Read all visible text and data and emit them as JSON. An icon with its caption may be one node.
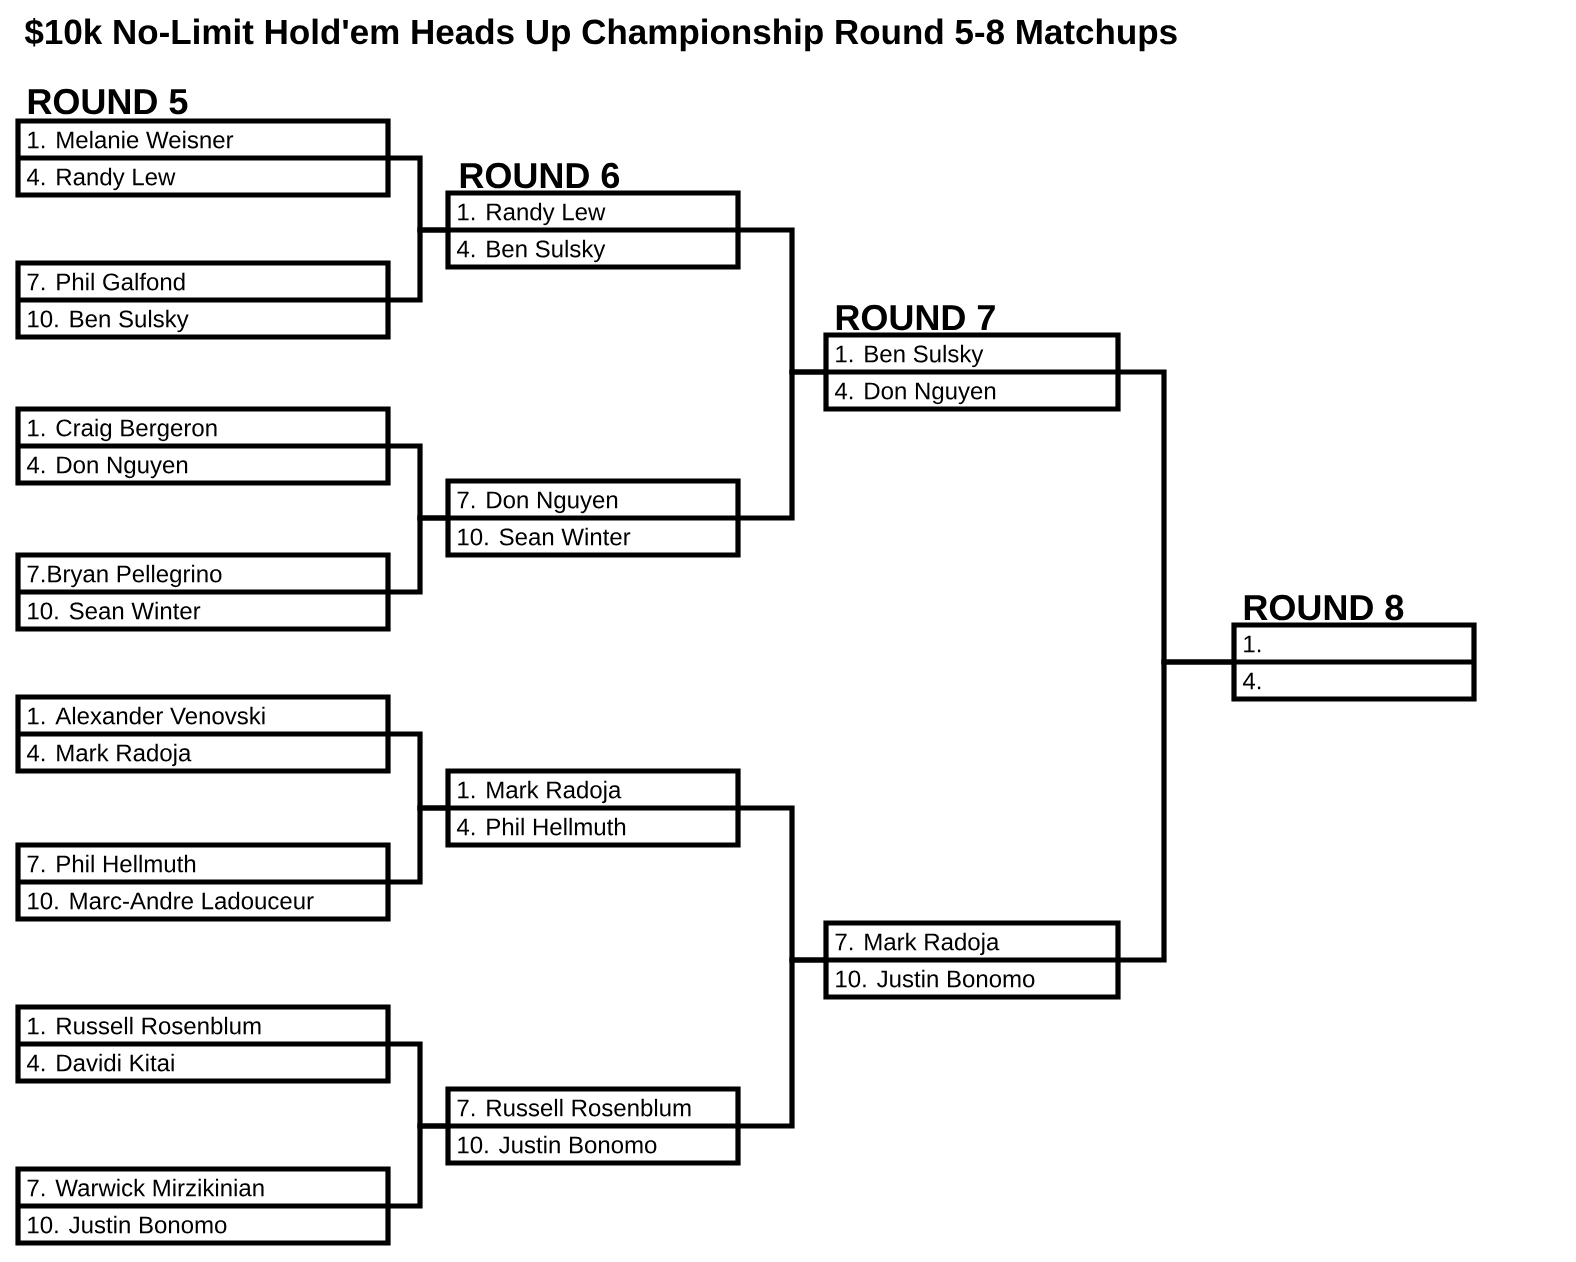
{
  "diagram": {
    "title": "$10k No-Limit Hold'em Heads Up Championship Round 5-8 Matchups",
    "nodes": [
      {
        "text": [
          "1. Melanie Weisner",
          "4. Randy Lew"
        ]
      },
      {
        "text": [
          "7. Phil Galfond",
          "10. Ben Sulsky"
        ]
      },
      {
        "text": [
          "1. Craig Bergeron",
          "4. Don Nguyen"
        ]
      },
      {
        "text": [
          "7.Bryan Pellegrino",
          "10. Sean Winter"
        ]
      },
      {
        "text": [
          "1. Alexander Venovski",
          "4.  Mark Radoja"
        ]
      },
      {
        "text": [
          "7. Phil Hellmuth",
          "10. Marc-Andre Ladouceur"
        ]
      },
      {
        "text": [
          "1. Russell Rosenblum",
          "4.  Davidi Kitai"
        ]
      },
      {
        "text": [
          "7. Warwick Mirzikinian",
          "10.  Justin Bonomo"
        ]
      },
      {
        "text": [
          "1. Randy Lew",
          "4. Ben Sulsky"
        ]
      },
      {
        "text": [
          "7. Don Nguyen",
          "10.  Sean Winter"
        ]
      },
      {
        "text": [
          "1. Mark Radoja",
          "4. Phil Hellmuth"
        ]
      },
      {
        "text": [
          "7. Russell Rosenblum",
          "10. Justin Bonomo"
        ]
      },
      {
        "text": [
          "1. Ben Sulsky",
          "4. Don Nguyen"
        ]
      },
      {
        "text": [
          "7. Mark Radoja",
          "10. Justin Bonomo"
        ]
      },
      {
        "text": [
          "1.",
          "4."
        ]
      }
    ],
    "edges": [
      {
        "from": 0,
        "to": 8,
        "arrow": "none"
      },
      {
        "from": 1,
        "to": 8,
        "arrow": "none"
      },
      {
        "from": 2,
        "to": 9,
        "arrow": "none"
      },
      {
        "from": 3,
        "to": 9,
        "arrow": "none"
      },
      {
        "from": 4,
        "to": 10,
        "arrow": "none"
      },
      {
        "from": 5,
        "to": 10,
        "arrow": "none"
      },
      {
        "from": 6,
        "to": 11,
        "arrow": "none"
      },
      {
        "from": 7,
        "to": 11,
        "arrow": "none"
      },
      {
        "from": 8,
        "to": 12,
        "arrow": "none"
      },
      {
        "from": 9,
        "to": 12,
        "arrow": "none"
      },
      {
        "from": 10,
        "to": 13,
        "arrow": "none"
      },
      {
        "from": 11,
        "to": 13,
        "arrow": "none"
      },
      {
        "from": 12,
        "to": 14,
        "arrow": "none"
      },
      {
        "from": 13,
        "to": 14,
        "arrow": "none"
      }
    ],
    "labels": [
      "ROUND 5",
      "ROUND 6",
      "ROUND 7",
      "ROUND 8"
    ]
  }
}
